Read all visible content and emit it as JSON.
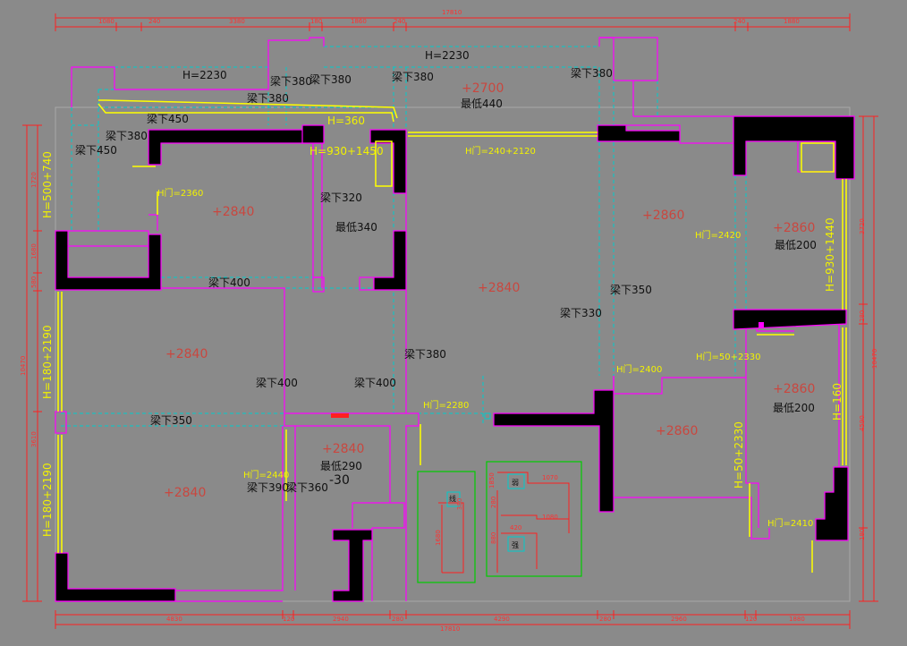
{
  "plan": {
    "dimensions": {
      "top": [
        "1080",
        "240",
        "3380",
        "180",
        "1860",
        "240",
        "",
        "240",
        "1880"
      ],
      "top_total": "17810",
      "bottom": [
        "4830",
        "120",
        "2940",
        "280",
        "4290",
        "280",
        "2960",
        "120",
        "1880"
      ],
      "bottom_total": "17810",
      "left": [
        "1720",
        "1680",
        "580",
        "",
        "3610"
      ],
      "left_total": "10470",
      "right": [
        "3720",
        "280",
        "4590",
        "180"
      ],
      "right_total": "10470"
    },
    "ceiling_heights": {
      "h2230_a": "H=2230",
      "h2230_b": "H=2230",
      "h360": "H=360",
      "h930_1450": "H=930+1450",
      "h500_740": "H=500+740",
      "h180_2190_a": "H=180+2190",
      "h180_2190_b": "H=180+2190",
      "h930_1440": "H=930+1440",
      "h160": "H=160",
      "h50_2330_v": "H=50+2330"
    },
    "door_heights": {
      "d2360": "H门=2360",
      "d240_2120": "H门=240+2120",
      "d2420": "H门=2420",
      "d50_2330": "H门=50+2330",
      "d2400": "H门=2400",
      "d2280": "H门=2280",
      "d2440": "H门=2440",
      "d2410": "H门=2410"
    },
    "beams": {
      "b380_1": "梁下380",
      "b380_2": "梁下380",
      "b380_3": "梁下380",
      "b380_4": "梁下380",
      "b380_5": "梁下380",
      "b380_6": "梁下380",
      "b380_7": "梁下380",
      "b450_1": "梁下450",
      "b450_2": "梁下450",
      "b320": "梁下320",
      "b400_1": "梁下400",
      "b400_2": "梁下400",
      "b400_3": "梁下400",
      "b350_1": "梁下350",
      "b350_2": "梁下350",
      "b330": "梁下330",
      "b390": "梁下390",
      "b360": "梁下360"
    },
    "minimums": {
      "m440": "最低440",
      "m340": "最低340",
      "m200_a": "最低200",
      "m200_b": "最低200",
      "m290": "最低290"
    },
    "levels": {
      "l2700": "+2700",
      "l2840_a": "+2840",
      "l2840_b": "+2840",
      "l2840_c": "+2840",
      "l2840_d": "+2840",
      "l2840_e": "+2840",
      "l2860_a": "+2860",
      "l2860_b": "+2860",
      "l2860_c": "+2860",
      "l2860_d": "+2860",
      "minus30": "-30"
    },
    "details": {
      "box1": "线",
      "box2": "弱",
      "box3": "强",
      "d1": "1070",
      "d2": "1080",
      "d3": "1850",
      "d4": "280",
      "d5": "420",
      "d6": "880",
      "d7": "380",
      "d8": "1680"
    }
  }
}
